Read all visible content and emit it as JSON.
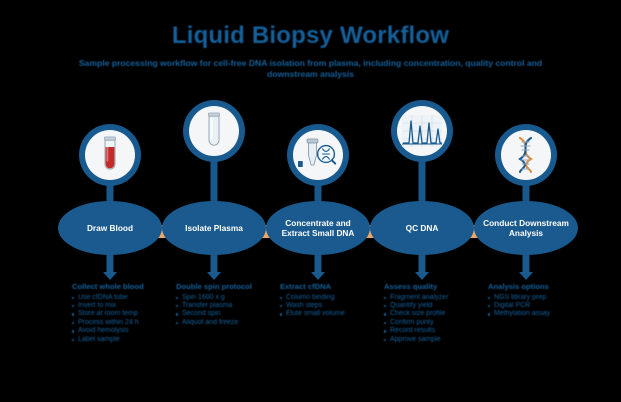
{
  "header": {
    "title": "Liquid Biopsy Workflow",
    "subtitle": "Sample processing workflow for cell-free DNA isolation from plasma, including concentration, quality control and downstream analysis"
  },
  "colors": {
    "background": "#000000",
    "primary_blue": "#1A5A8E",
    "text_blue": "#14609B",
    "connector_orange": "#EFA868",
    "pin_face": "#F4F6F8",
    "blood_red": "#C32A2A",
    "dna_orange": "#E08A3C"
  },
  "steps": [
    {
      "id": "draw-blood",
      "label": "Draw Blood",
      "icon": "blood-collection-tube-icon",
      "notes": {
        "heading": "Collect whole blood",
        "bullets": [
          "Use cfDNA tube",
          "Invert to mix",
          "Store at room temp",
          "Process within 24 h",
          "Avoid hemolysis",
          "Label sample"
        ]
      }
    },
    {
      "id": "isolate-plasma",
      "label": "Isolate Plasma",
      "icon": "clear-test-tube-icon",
      "notes": {
        "heading": "Double spin protocol",
        "bullets": [
          "Spin 1600 x g",
          "Transfer plasma",
          "Second spin",
          "Aliquot and freeze"
        ]
      }
    },
    {
      "id": "concentrate-extract",
      "label": "Concentrate and Extract Small DNA",
      "icon": "pipette-dna-magnifier-icon",
      "notes": {
        "heading": "Extract cfDNA",
        "bullets": [
          "Column binding",
          "Wash steps",
          "Elute small volume"
        ]
      }
    },
    {
      "id": "qc-dna",
      "label": "QC DNA",
      "icon": "electropherogram-icon",
      "notes": {
        "heading": "Assess quality",
        "bullets": [
          "Fragment analyzer",
          "Quantify yield",
          "Check size profile",
          "Confirm purity",
          "Record results",
          "Approve sample"
        ]
      }
    },
    {
      "id": "downstream-analysis",
      "label": "Conduct Downstream Analysis",
      "icon": "dna-helix-icon",
      "notes": {
        "heading": "Analysis options",
        "bullets": [
          "NGS library prep",
          "Digital PCR",
          "Methylation assay"
        ]
      }
    }
  ],
  "connectors": [
    {
      "id": "connector-1"
    },
    {
      "id": "connector-2"
    },
    {
      "id": "connector-3"
    },
    {
      "id": "connector-4"
    }
  ]
}
